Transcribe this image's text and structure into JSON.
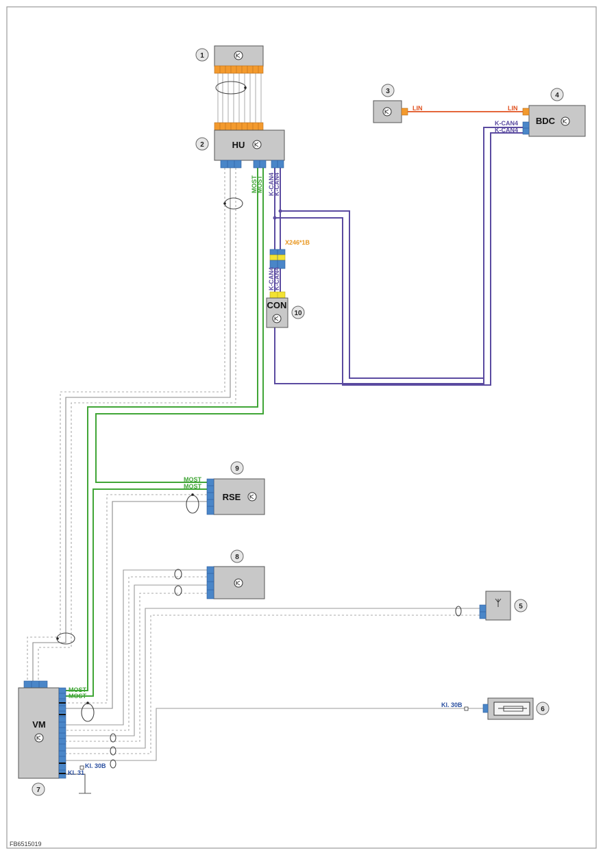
{
  "figure_id": "FB6515019",
  "colors": {
    "most": "#3fa535",
    "kcan": "#5a4aa0",
    "lin": "#e0501e",
    "pin_blue": "#4a86c8",
    "pin_orange": "#f39a2e",
    "pin_yellow": "#f2e233",
    "component": "#c8c8c8",
    "term_label": "#2a4fa0",
    "connector_label": "#e8961e"
  },
  "components": {
    "c1": {
      "number": "1",
      "label": "",
      "icon": "transistor-icon"
    },
    "c2": {
      "number": "2",
      "label": "HU",
      "icon": "transistor-icon"
    },
    "c3": {
      "number": "3",
      "label": "",
      "icon": "transistor-icon"
    },
    "c4": {
      "number": "4",
      "label": "BDC",
      "icon": "transistor-icon"
    },
    "c5": {
      "number": "5",
      "label": "",
      "icon": "antenna-icon"
    },
    "c6": {
      "number": "6",
      "label": "",
      "icon": "fuse-icon"
    },
    "c7": {
      "number": "7",
      "label": "VM",
      "icon": "transistor-icon"
    },
    "c8": {
      "number": "8",
      "label": "",
      "icon": "transistor-icon"
    },
    "c9": {
      "number": "9",
      "label": "RSE",
      "icon": "transistor-icon"
    },
    "c10": {
      "number": "10",
      "label": "CON",
      "icon": "transistor-icon"
    }
  },
  "wire_labels": {
    "most": "MOST",
    "kcan4": "K-CAN4",
    "lin": "LIN",
    "kl30b": "Kl. 30B",
    "kl31": "Kl. 31",
    "connector_x246": "X246*1B"
  }
}
